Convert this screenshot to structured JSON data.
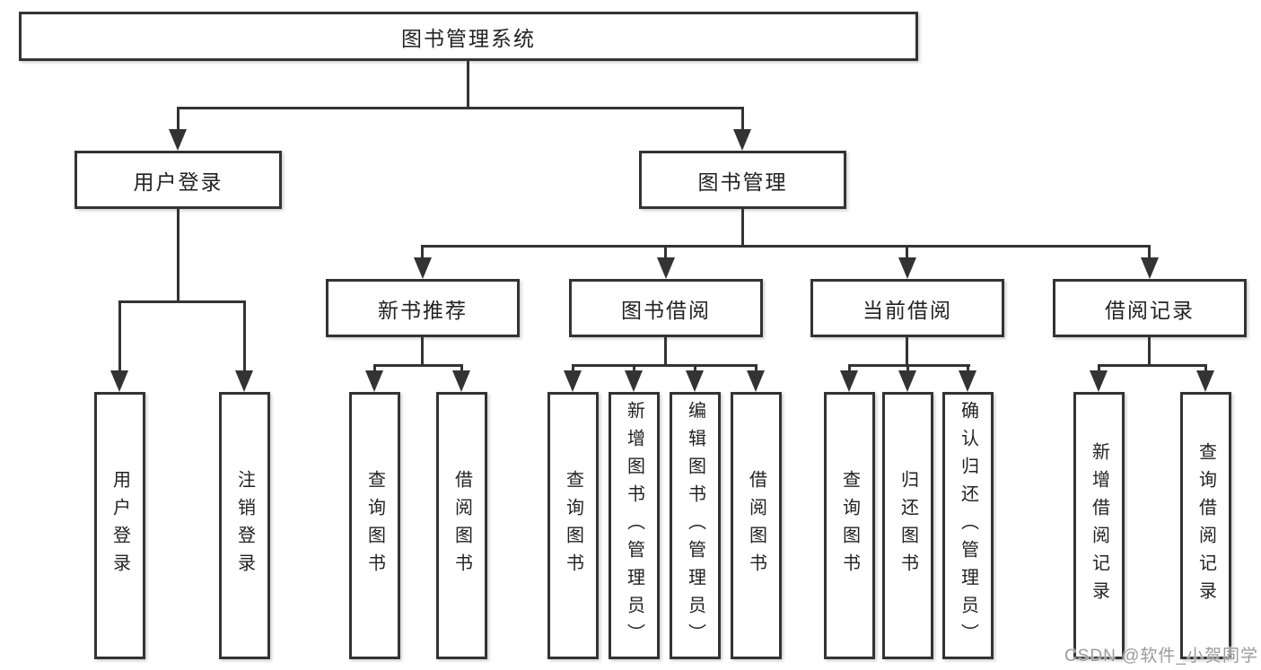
{
  "diagram": {
    "root": "图书管理系统",
    "level2": {
      "user_login": "用户登录",
      "book_management": "图书管理"
    },
    "level3": {
      "new_book_recommend": "新书推荐",
      "book_borrowing": "图书借阅",
      "current_borrowing": "当前借阅",
      "borrowing_records": "借阅记录"
    },
    "leaves": {
      "user_login": "用户登录",
      "logout": "注销登录",
      "nb_query_books": "查询图书",
      "nb_borrow_books": "借阅图书",
      "bb_query_books": "查询图书",
      "bb_add_books_admin": "新增图书（管理员）",
      "bb_edit_books_admin": "编辑图书（管理员）",
      "bb_borrow_books": "借阅图书",
      "cb_query_books": "查询图书",
      "cb_return_books": "归还图书",
      "cb_confirm_return_admin": "确认归还（管理员）",
      "br_add_record": "新增借阅记录",
      "br_query_record": "查询借阅记录"
    }
  },
  "watermark": "CSDN @软件_小贺同学",
  "colors": {
    "line": "#333333",
    "text": "#222222",
    "watermark": "#9b9b9b",
    "background": "#ffffff"
  }
}
